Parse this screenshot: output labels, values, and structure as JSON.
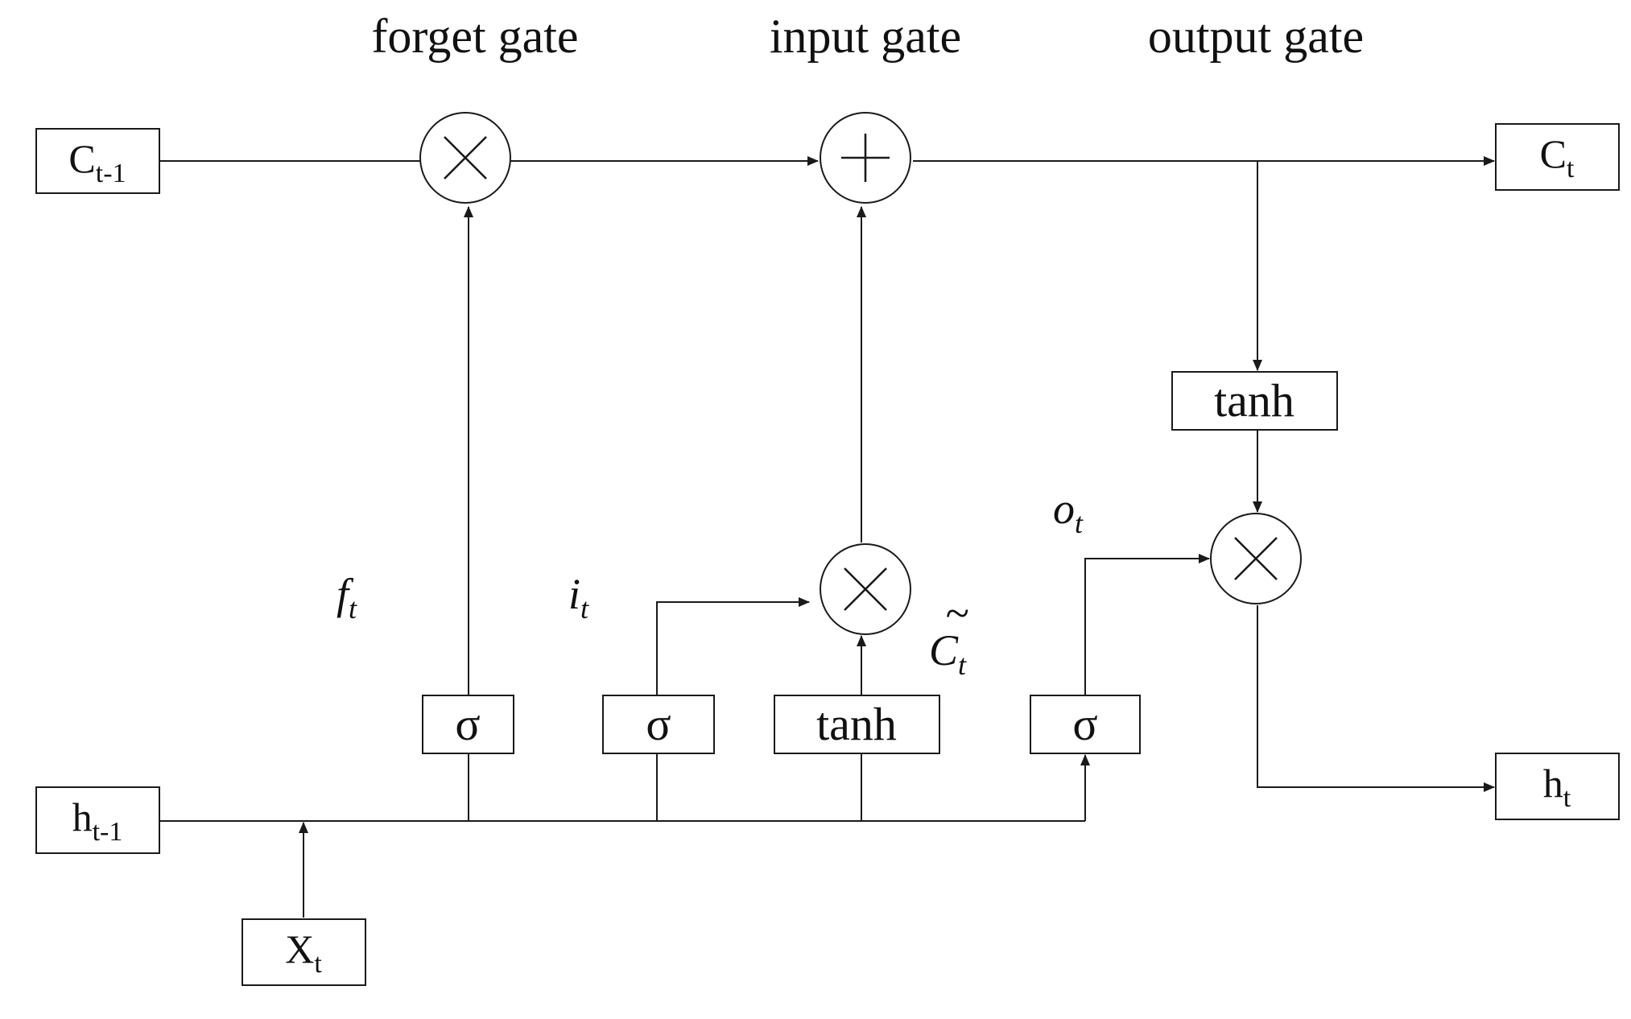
{
  "headings": {
    "forget": "forget gate",
    "input": "input gate",
    "output": "output gate"
  },
  "boxes": {
    "c_prev": {
      "main": "C",
      "sub": "t-1"
    },
    "c_next": {
      "main": "C",
      "sub": "t"
    },
    "h_prev": {
      "main": "h",
      "sub": "t-1"
    },
    "h_next": {
      "main": "h",
      "sub": "t"
    },
    "x_in": {
      "main": "X",
      "sub": "t"
    },
    "sigma_forget": "σ",
    "sigma_input": "σ",
    "tanh_candidate": "tanh",
    "sigma_output": "σ",
    "tanh_cell": "tanh"
  },
  "signals": {
    "f": {
      "main": "f",
      "sub": "t"
    },
    "i": {
      "main": "i",
      "sub": "t"
    },
    "c_tilde": {
      "main": "C",
      "accent": "~",
      "sub": "t"
    },
    "o": {
      "main": "o",
      "sub": "t"
    }
  },
  "operators": {
    "forget_mult": "multiply",
    "cell_add": "add",
    "input_mult": "multiply",
    "output_mult": "multiply"
  }
}
